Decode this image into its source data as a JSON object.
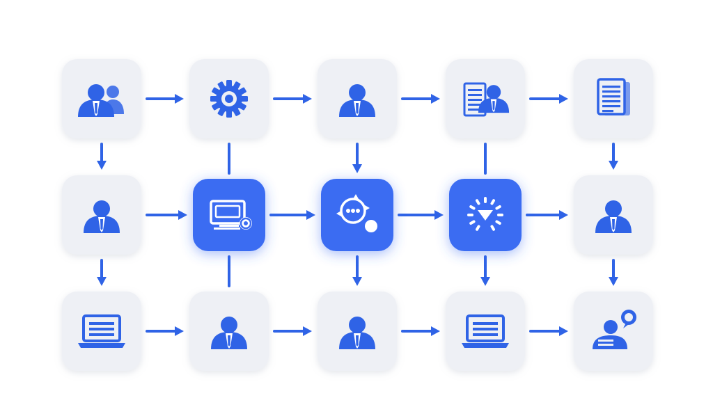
{
  "diagram": {
    "colors": {
      "accent": "#3b6cf2",
      "icon": "#2f63e6",
      "tile": "#eef0f5",
      "arrow": "#2f63e6",
      "background": "#ffffff"
    },
    "nodes": [
      {
        "id": "n1",
        "row": 0,
        "col": 0,
        "icon": "user-group-icon",
        "active": false
      },
      {
        "id": "n2",
        "row": 0,
        "col": 1,
        "icon": "gear-icon",
        "active": false
      },
      {
        "id": "n3",
        "row": 0,
        "col": 2,
        "icon": "person-icon",
        "active": false
      },
      {
        "id": "n4",
        "row": 0,
        "col": 3,
        "icon": "person-document-icon",
        "active": false
      },
      {
        "id": "n5",
        "row": 0,
        "col": 4,
        "icon": "documents-icon",
        "active": false
      },
      {
        "id": "n6",
        "row": 1,
        "col": 0,
        "icon": "person-icon",
        "active": false
      },
      {
        "id": "n7",
        "row": 1,
        "col": 1,
        "icon": "monitor-settings-icon",
        "active": true
      },
      {
        "id": "n8",
        "row": 1,
        "col": 2,
        "icon": "chat-bubble-icon",
        "active": true
      },
      {
        "id": "n9",
        "row": 1,
        "col": 3,
        "icon": "loading-arrow-icon",
        "active": true
      },
      {
        "id": "n10",
        "row": 1,
        "col": 4,
        "icon": "person-icon",
        "active": false
      },
      {
        "id": "n11",
        "row": 2,
        "col": 0,
        "icon": "laptop-icon",
        "active": false
      },
      {
        "id": "n12",
        "row": 2,
        "col": 1,
        "icon": "person-icon",
        "active": false
      },
      {
        "id": "n13",
        "row": 2,
        "col": 2,
        "icon": "person-icon",
        "active": false
      },
      {
        "id": "n14",
        "row": 2,
        "col": 3,
        "icon": "laptop-icon",
        "active": false
      },
      {
        "id": "n15",
        "row": 2,
        "col": 4,
        "icon": "support-person-icon",
        "active": false
      }
    ],
    "edges": [
      {
        "from": "n1",
        "to": "n2",
        "arrow": true
      },
      {
        "from": "n2",
        "to": "n3",
        "arrow": true
      },
      {
        "from": "n3",
        "to": "n4",
        "arrow": true
      },
      {
        "from": "n4",
        "to": "n5",
        "arrow": true
      },
      {
        "from": "n6",
        "to": "n7",
        "arrow": true
      },
      {
        "from": "n7",
        "to": "n8",
        "arrow": true
      },
      {
        "from": "n8",
        "to": "n9",
        "arrow": true
      },
      {
        "from": "n9",
        "to": "n10",
        "arrow": true
      },
      {
        "from": "n11",
        "to": "n12",
        "arrow": true
      },
      {
        "from": "n12",
        "to": "n13",
        "arrow": true
      },
      {
        "from": "n13",
        "to": "n14",
        "arrow": true
      },
      {
        "from": "n14",
        "to": "n15",
        "arrow": true
      },
      {
        "from": "n1",
        "to": "n6",
        "arrow": true
      },
      {
        "from": "n2",
        "to": "n7",
        "arrow": false
      },
      {
        "from": "n3",
        "to": "n8",
        "arrow": true
      },
      {
        "from": "n4",
        "to": "n9",
        "arrow": false
      },
      {
        "from": "n5",
        "to": "n10",
        "arrow": true
      },
      {
        "from": "n6",
        "to": "n11",
        "arrow": true
      },
      {
        "from": "n7",
        "to": "n12",
        "arrow": false
      },
      {
        "from": "n8",
        "to": "n13",
        "arrow": true
      },
      {
        "from": "n9",
        "to": "n14",
        "arrow": true
      },
      {
        "from": "n10",
        "to": "n15",
        "arrow": true
      }
    ]
  }
}
